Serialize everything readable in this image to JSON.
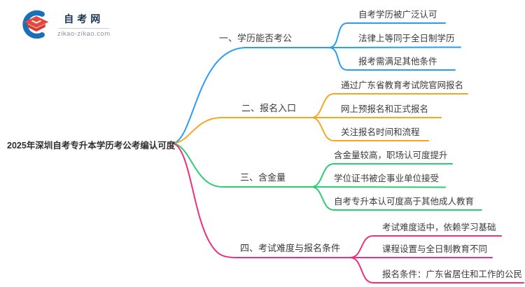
{
  "logo": {
    "site_name": "自考网",
    "site_url": "zikao-zikao.com"
  },
  "root": {
    "title": "2025年深圳自考专升本学历考公考编认可度"
  },
  "mindmap": {
    "branches": [
      {
        "label": "一、学历能否考公",
        "color": "#2b9cf4",
        "children": [
          "自考学历被广泛认可",
          "法律上等同于全日制学历",
          "报考需满足其他条件"
        ]
      },
      {
        "label": "二、报名入口",
        "color": "#f5a623",
        "children": [
          "通过广东省教育考试院官网报名",
          "网上预报名和正式报名",
          "关注报名时间和流程"
        ]
      },
      {
        "label": "三、含金量",
        "color": "#2ecc71",
        "children": [
          "含金量较高，职场认可度提升",
          "学位证书被企事业单位接受",
          "自考专升本认可度高于其他成人教育"
        ]
      },
      {
        "label": "四、考试难度与报名条件",
        "color": "#ee2f7b",
        "children": [
          "考试难度适中，依赖学习基础",
          "课程设置与全日制教育不同",
          "报名条件：广东省居住和工作的公民"
        ]
      }
    ]
  }
}
